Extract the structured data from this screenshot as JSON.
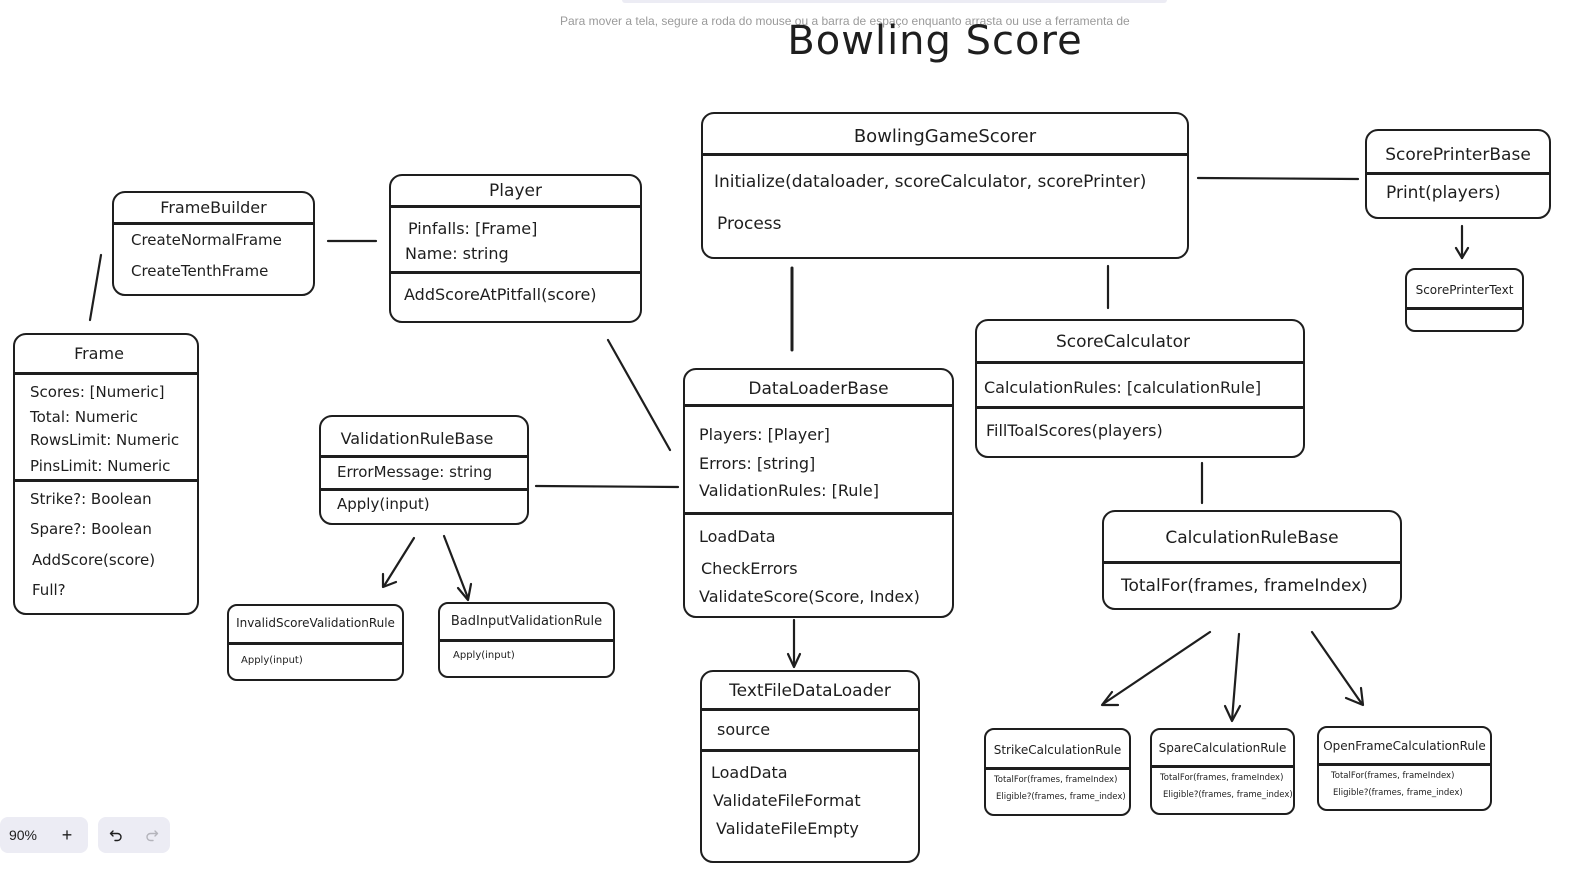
{
  "hint": "Para mover a tela, segure a roda do mouse ou a barra de espaço enquanto arrasta ou use a ferramenta de",
  "title": "Bowling Score",
  "classes": {
    "bowling_game_scorer": {
      "name": "BowlingGameScorer",
      "methods": [
        "Initialize(dataloader, scoreCalculator, scorePrinter)",
        "Process"
      ]
    },
    "score_printer_base": {
      "name": "ScorePrinterBase",
      "methods": [
        "Print(players)"
      ]
    },
    "score_printer_text": {
      "name": "ScorePrinterText"
    },
    "frame_builder": {
      "name": "FrameBuilder",
      "methods": [
        "CreateNormalFrame",
        "CreateTenthFrame"
      ]
    },
    "player": {
      "name": "Player",
      "attributes": [
        "Pinfalls: [Frame]",
        "Name: string"
      ],
      "methods": [
        "AddScoreAtPitfall(score)"
      ]
    },
    "frame": {
      "name": "Frame",
      "attributes": [
        "Scores: [Numeric]",
        "Total: Numeric",
        "RowsLimit: Numeric",
        "PinsLimit: Numeric"
      ],
      "methods": [
        "Strike?: Boolean",
        "Spare?: Boolean",
        "AddScore(score)",
        "Full?"
      ]
    },
    "score_calculator": {
      "name": "ScoreCalculator",
      "attributes": [
        "CalculationRules: [calculationRule]"
      ],
      "methods": [
        "FillToalScores(players)"
      ]
    },
    "data_loader_base": {
      "name": "DataLoaderBase",
      "attributes": [
        "Players: [Player]",
        "Errors: [string]",
        "ValidationRules: [Rule]"
      ],
      "methods": [
        "LoadData",
        "CheckErrors",
        "ValidateScore(Score, Index)"
      ]
    },
    "validation_rule_base": {
      "name": "ValidationRuleBase",
      "attributes": [
        "ErrorMessage: string"
      ],
      "methods": [
        "Apply(input)"
      ]
    },
    "invalid_score_rule": {
      "name": "InvalidScoreValidationRule",
      "methods": [
        "Apply(input)"
      ]
    },
    "bad_input_rule": {
      "name": "BadInputValidationRule",
      "methods": [
        "Apply(input)"
      ]
    },
    "calculation_rule_base": {
      "name": "CalculationRuleBase",
      "methods": [
        "TotalFor(frames, frameIndex)"
      ]
    },
    "text_file_data_loader": {
      "name": "TextFileDataLoader",
      "attributes": [
        "source"
      ],
      "methods": [
        "LoadData",
        "ValidateFileFormat",
        "ValidateFileEmpty"
      ]
    },
    "strike_rule": {
      "name": "StrikeCalculationRule",
      "methods": [
        "TotalFor(frames, frameIndex)",
        "Eligible?(frames, frame_index)"
      ]
    },
    "spare_rule": {
      "name": "SpareCalculationRule",
      "methods": [
        "TotalFor(frames, frameIndex)",
        "Eligible?(frames, frame_index)"
      ]
    },
    "open_frame_rule": {
      "name": "OpenFrameCalculationRule",
      "methods": [
        "TotalFor(frames, frameIndex)",
        "Eligible?(frames, frame_index)"
      ]
    }
  },
  "toolbar": {
    "zoom": "90%",
    "zoom_in": "+",
    "undo_icon": "undo-arrow",
    "redo_icon": "redo-arrow"
  },
  "colors": {
    "stroke": "#1e1e1e",
    "toolbar_bg": "#ececf4",
    "hint": "#9a9a9a"
  }
}
